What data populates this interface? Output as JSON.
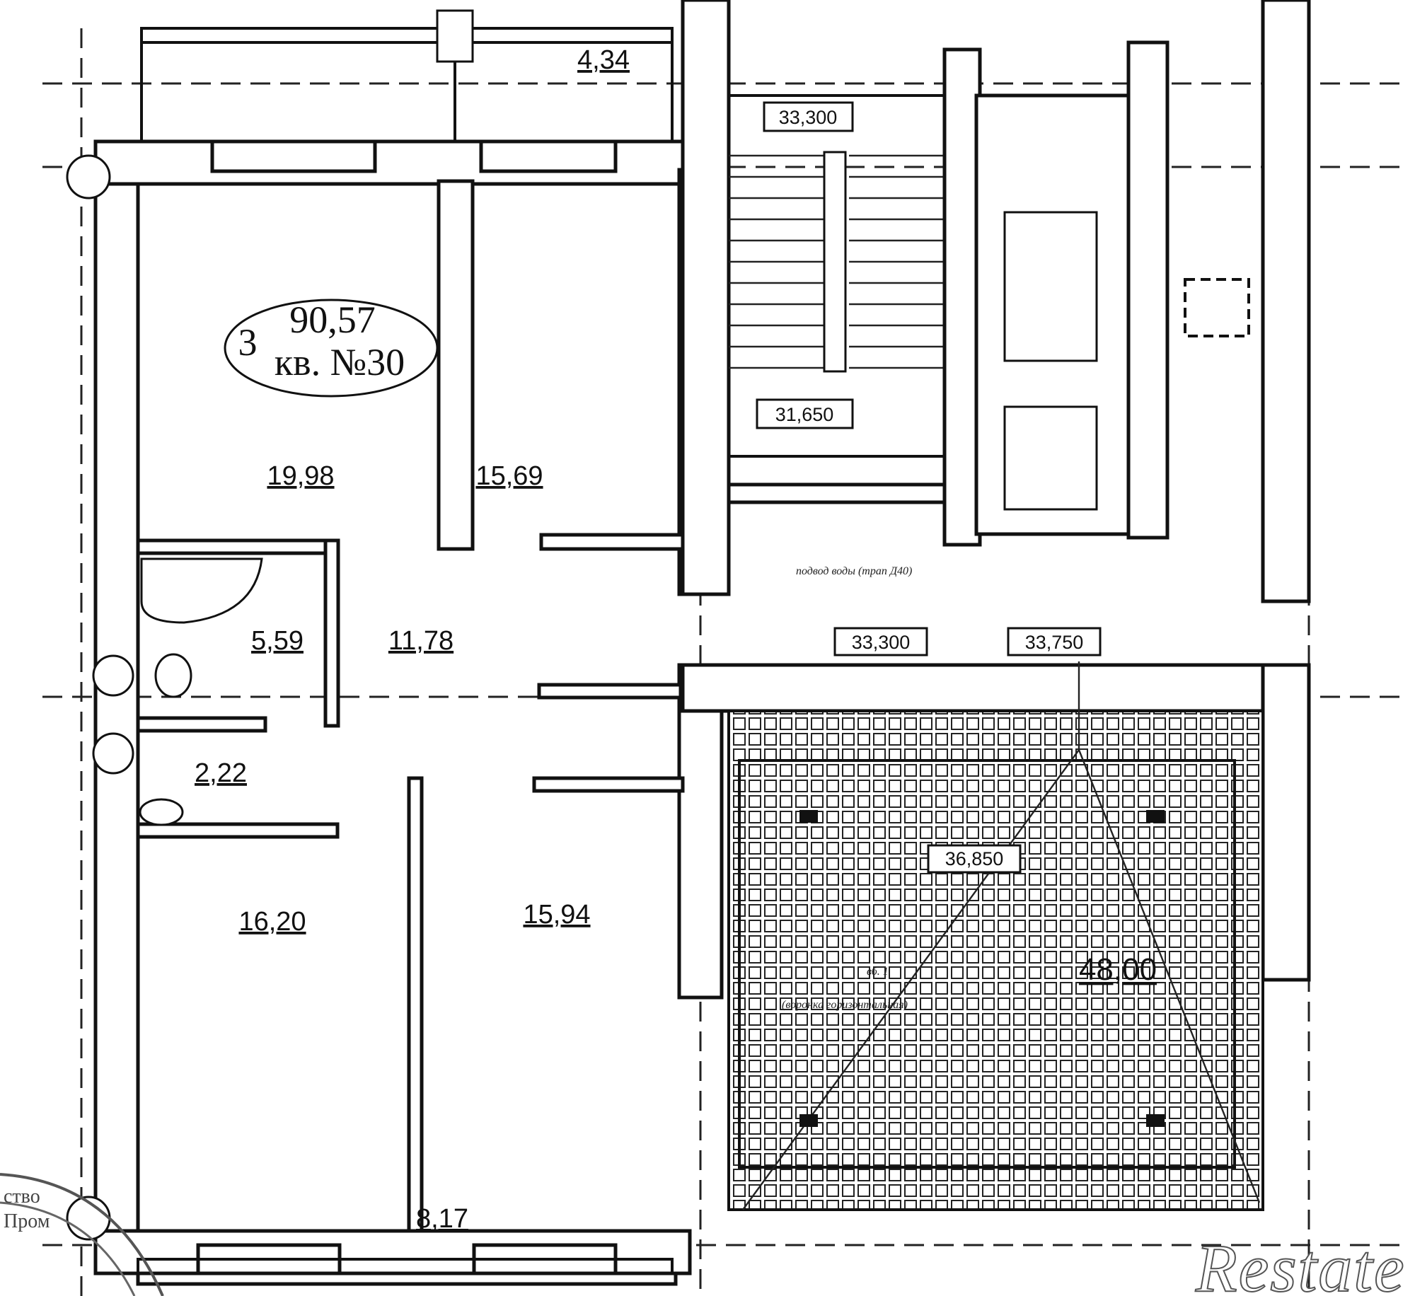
{
  "apartment": {
    "total_area": "90,57",
    "number_label": "кв. №30",
    "rooms_mark": "3"
  },
  "rooms": {
    "room_nw": "19,98",
    "room_ne": "15,69",
    "bathroom": "5,59",
    "hall": "11,78",
    "toilet": "2,22",
    "room_sw": "16,20",
    "room_se": "15,94",
    "balcony_top": "4,34",
    "balcony_bottom": "8,17",
    "terrace": "48,00"
  },
  "elevations": {
    "stair_top": "33,300",
    "stair_bottom": "31,650",
    "landing": "33,300",
    "roof_step": "33,750",
    "roof_point": "36,850"
  },
  "notes": {
    "roof_note_1": "подвод воды (трап Д40)",
    "roof_note_2": "вб. 1",
    "roof_note_3": "(воронка горизонтальная)"
  },
  "stamp": {
    "line_1": "ство",
    "line_2": "Пром"
  },
  "watermark": {
    "text": "Restate"
  }
}
